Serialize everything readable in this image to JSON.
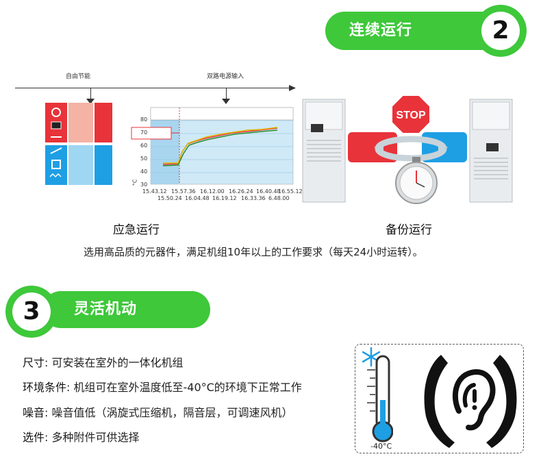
{
  "section2": {
    "number": "2",
    "title": "连续运行"
  },
  "timeline": {
    "label_left": "自由节能",
    "label_right": "双路电源输入"
  },
  "chart": {
    "y_ticks": [
      "80",
      "70",
      "60",
      "50",
      "40",
      "30"
    ],
    "y_unit": "°C",
    "x_ticks_top": [
      "15.43.12",
      "15.57.36",
      "16.12.00",
      "16.26.24",
      "16.40.48",
      "16.55.12"
    ],
    "x_ticks_bottom": [
      "15.50.24",
      "16.04.48",
      "16.19.12",
      "16.33.36",
      "6.48.00"
    ]
  },
  "stop_sign": "STOP",
  "caption_left": "应急运行",
  "caption_right": "备份运行",
  "description": "选用高品质的元器件，满足机组10年以上的工作要求（每天24小时运转）。",
  "section3": {
    "number": "3",
    "title": "灵活机动"
  },
  "features": [
    {
      "key": "尺寸",
      "sep": ":",
      "value": " 可安装在室外的一体化机组"
    },
    {
      "key": "环境条件",
      "sep": ":",
      "value": " 机组可在室外温度低至-40°C的环境下正常工作"
    },
    {
      "key": "噪音",
      "sep": ":",
      "value": " 噪音值低（涡旋式压缩机，隔音层，可调速风机）"
    },
    {
      "key": "选件",
      "sep": ":",
      "value": " 多种附件可供选择"
    }
  ],
  "thermometer_label": "-40°C",
  "colors": {
    "green": "#3ec83a",
    "red": "#e8333a",
    "blue": "#1e9fe4",
    "light_blue": "#9fd6f2"
  },
  "icons": [
    "snowflake-icon",
    "thermometer-icon",
    "hands-ear-icon",
    "stopwatch-icon",
    "cycle-arrows-icon"
  ]
}
